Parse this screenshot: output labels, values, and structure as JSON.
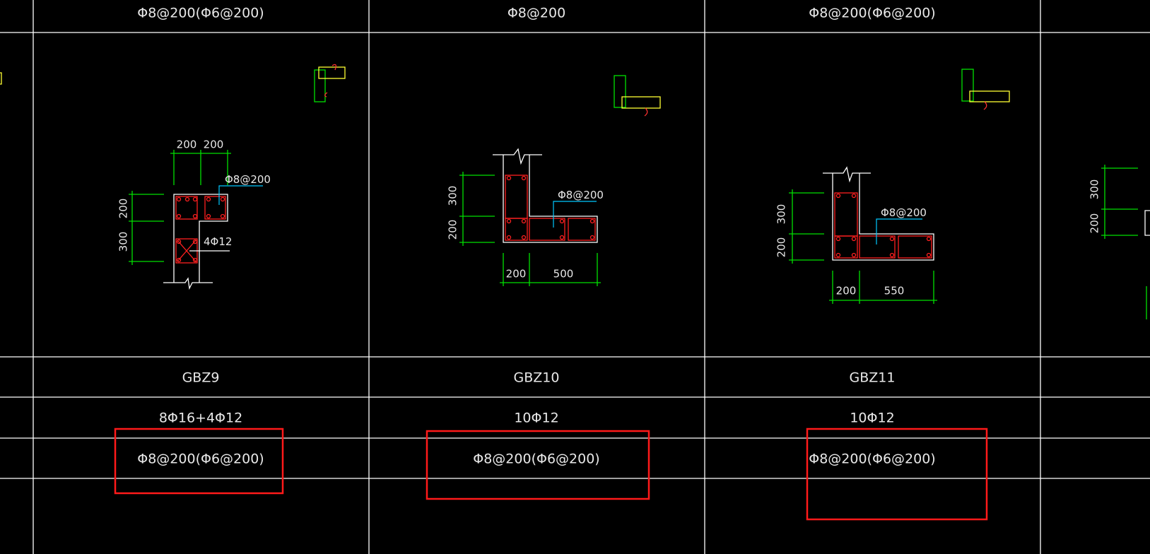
{
  "table": {
    "columns": [
      {
        "top_label": "Φ8@200(Φ6@200)",
        "name": "GBZ9",
        "rebar": "8Φ16+4Φ12",
        "stirrup": "Φ8@200(Φ6@200)",
        "dims": {
          "w1": "200",
          "w2": "200",
          "h1": "200",
          "h2": "300"
        },
        "notes": {
          "stirrup": "Φ8@200",
          "bars": "4Φ12"
        }
      },
      {
        "top_label": "Φ8@200",
        "name": "GBZ10",
        "rebar": "10Φ12",
        "stirrup": "Φ8@200(Φ6@200)",
        "dims": {
          "w1": "200",
          "w2": "500",
          "h1": "300",
          "h2": "200"
        },
        "notes": {
          "stirrup": "Φ8@200"
        }
      },
      {
        "top_label": "Φ8@200(Φ6@200)",
        "name": "GBZ11",
        "rebar": "10Φ12",
        "stirrup": "Φ8@200(Φ6@200)",
        "dims": {
          "w1": "200",
          "w2": "550",
          "h1": "300",
          "h2": "200"
        },
        "notes": {
          "stirrup": "Φ8@200"
        }
      }
    ],
    "partial_next": {
      "dims": {
        "h1": "300",
        "h2": "200"
      }
    }
  },
  "colors": {
    "background": "#000000",
    "grid": "#ffffff",
    "dimension": "#00e000",
    "rebar": "#ff2020",
    "highlight_box": "#ff1a1a",
    "leader": "#00c8ff",
    "marker": "#ffff33"
  }
}
